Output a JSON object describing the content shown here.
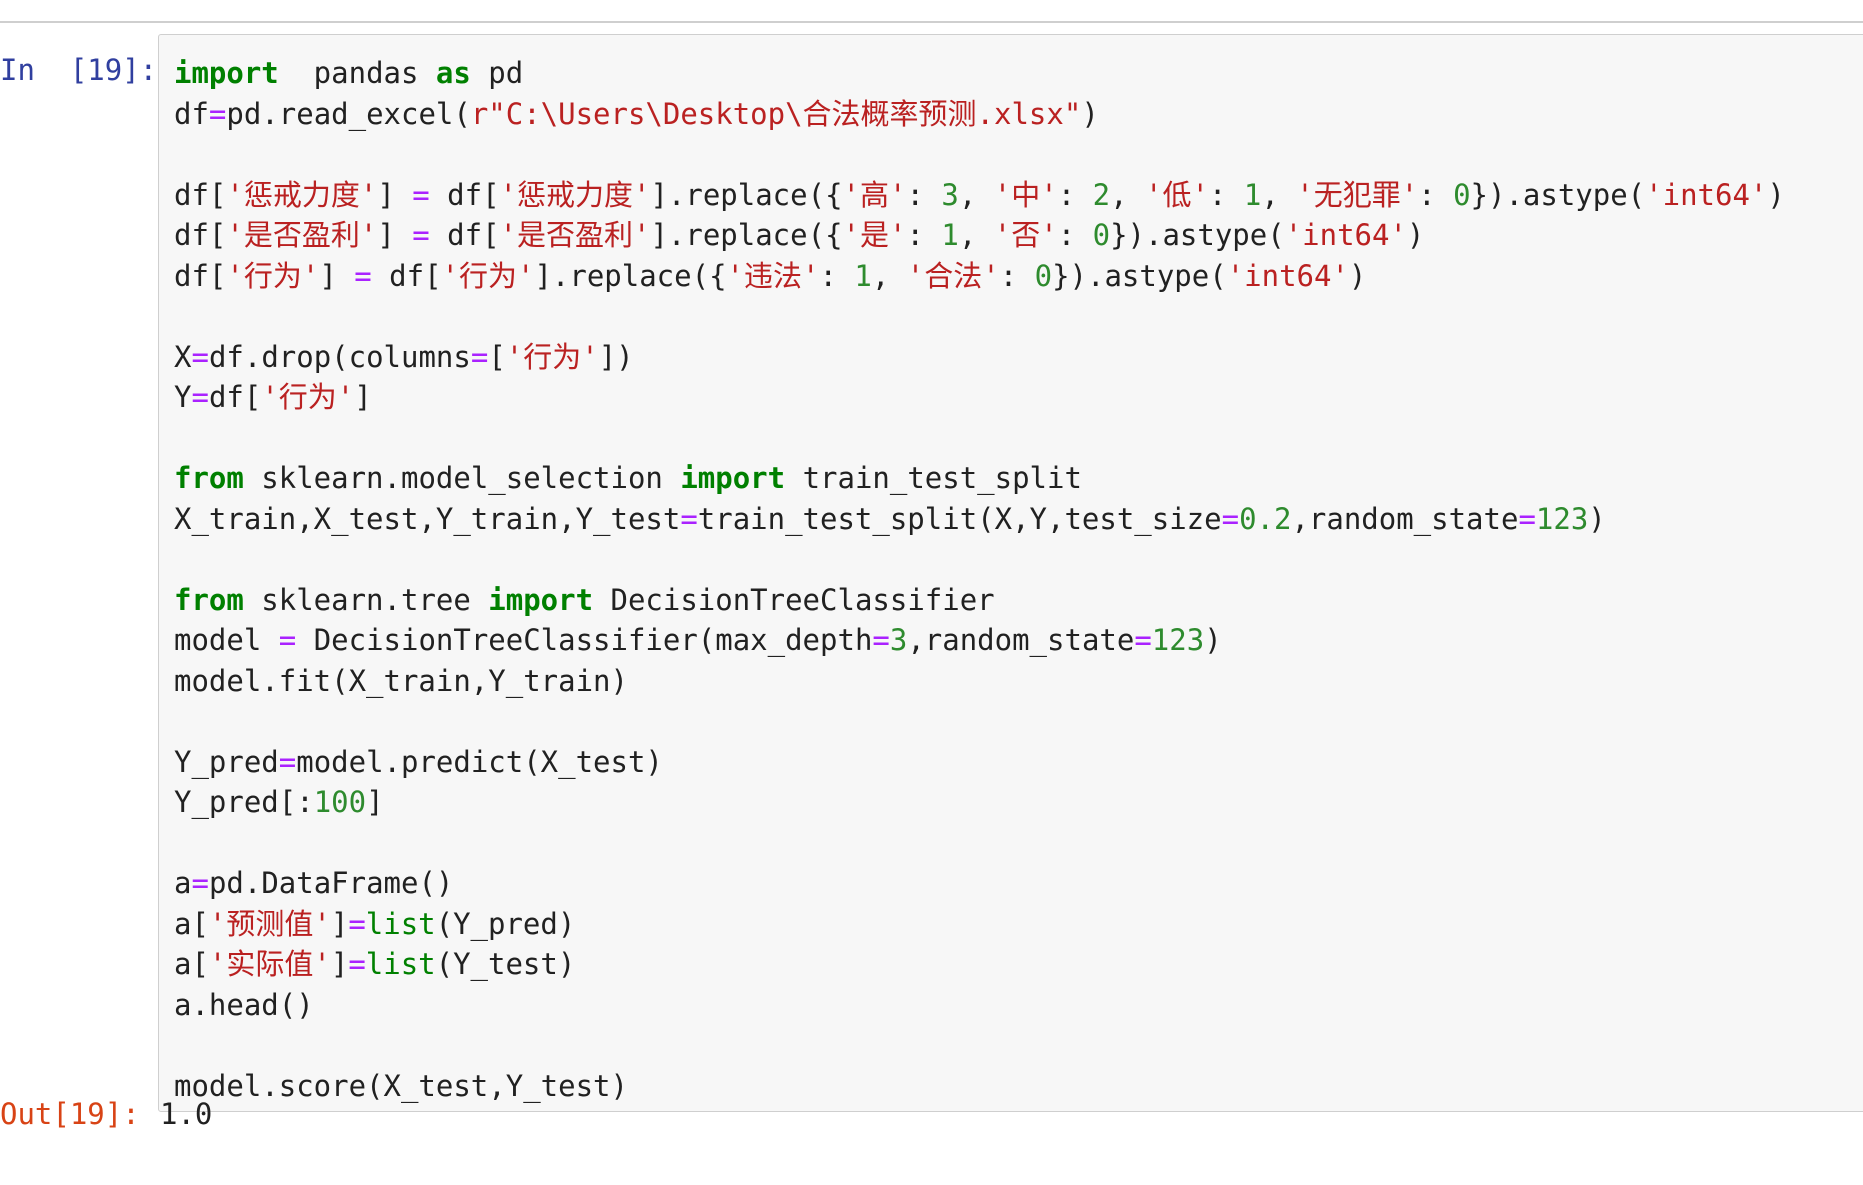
{
  "cell": {
    "in_prompt": "In  [19]:",
    "out_prompt": "Out[19]:",
    "output_value": "1.0",
    "code_lines": [
      [
        [
          "kw",
          "import"
        ],
        [
          "",
          "  pandas "
        ],
        [
          "kw",
          "as"
        ],
        [
          "",
          " pd"
        ]
      ],
      [
        [
          "",
          "df"
        ],
        [
          "op",
          "="
        ],
        [
          "",
          "pd.read_excel("
        ],
        [
          "str",
          "r\"C:\\Users\\Desktop\\合法概率预测.xlsx\""
        ],
        [
          "",
          ")"
        ]
      ],
      [],
      [
        [
          "",
          "df["
        ],
        [
          "str",
          "'惩戒力度'"
        ],
        [
          "",
          "] "
        ],
        [
          "op",
          "="
        ],
        [
          "",
          " df["
        ],
        [
          "str",
          "'惩戒力度'"
        ],
        [
          "",
          "].replace({"
        ],
        [
          "str",
          "'高'"
        ],
        [
          "",
          ": "
        ],
        [
          "num",
          "3"
        ],
        [
          "",
          ", "
        ],
        [
          "str",
          "'中'"
        ],
        [
          "",
          ": "
        ],
        [
          "num",
          "2"
        ],
        [
          "",
          ", "
        ],
        [
          "str",
          "'低'"
        ],
        [
          "",
          ": "
        ],
        [
          "num",
          "1"
        ],
        [
          "",
          ", "
        ],
        [
          "str",
          "'无犯罪'"
        ],
        [
          "",
          ": "
        ],
        [
          "num",
          "0"
        ],
        [
          "",
          "}).astype("
        ],
        [
          "str",
          "'int64'"
        ],
        [
          "",
          ")"
        ]
      ],
      [
        [
          "",
          "df["
        ],
        [
          "str",
          "'是否盈利'"
        ],
        [
          "",
          "] "
        ],
        [
          "op",
          "="
        ],
        [
          "",
          " df["
        ],
        [
          "str",
          "'是否盈利'"
        ],
        [
          "",
          "].replace({"
        ],
        [
          "str",
          "'是'"
        ],
        [
          "",
          ": "
        ],
        [
          "num",
          "1"
        ],
        [
          "",
          ", "
        ],
        [
          "str",
          "'否'"
        ],
        [
          "",
          ": "
        ],
        [
          "num",
          "0"
        ],
        [
          "",
          "}).astype("
        ],
        [
          "str",
          "'int64'"
        ],
        [
          "",
          ")"
        ]
      ],
      [
        [
          "",
          "df["
        ],
        [
          "str",
          "'行为'"
        ],
        [
          "",
          "] "
        ],
        [
          "op",
          "="
        ],
        [
          "",
          " df["
        ],
        [
          "str",
          "'行为'"
        ],
        [
          "",
          "].replace({"
        ],
        [
          "str",
          "'违法'"
        ],
        [
          "",
          ": "
        ],
        [
          "num",
          "1"
        ],
        [
          "",
          ", "
        ],
        [
          "str",
          "'合法'"
        ],
        [
          "",
          ": "
        ],
        [
          "num",
          "0"
        ],
        [
          "",
          "}).astype("
        ],
        [
          "str",
          "'int64'"
        ],
        [
          "",
          ")"
        ]
      ],
      [],
      [
        [
          "",
          "X"
        ],
        [
          "op",
          "="
        ],
        [
          "",
          "df.drop(columns"
        ],
        [
          "op",
          "="
        ],
        [
          "",
          "["
        ],
        [
          "str",
          "'行为'"
        ],
        [
          "",
          "])"
        ]
      ],
      [
        [
          "",
          "Y"
        ],
        [
          "op",
          "="
        ],
        [
          "",
          "df["
        ],
        [
          "str",
          "'行为'"
        ],
        [
          "",
          "]"
        ]
      ],
      [],
      [
        [
          "kw",
          "from"
        ],
        [
          "",
          " sklearn.model_selection "
        ],
        [
          "kw",
          "import"
        ],
        [
          "",
          " train_test_split"
        ]
      ],
      [
        [
          "",
          "X_train,X_test,Y_train,Y_test"
        ],
        [
          "op",
          "="
        ],
        [
          "",
          "train_test_split(X,Y,test_size"
        ],
        [
          "op",
          "="
        ],
        [
          "num",
          "0.2"
        ],
        [
          "",
          ",random_state"
        ],
        [
          "op",
          "="
        ],
        [
          "num",
          "123"
        ],
        [
          "",
          ")"
        ]
      ],
      [],
      [
        [
          "kw",
          "from"
        ],
        [
          "",
          " sklearn.tree "
        ],
        [
          "kw",
          "import"
        ],
        [
          "",
          " DecisionTreeClassifier"
        ]
      ],
      [
        [
          "",
          "model "
        ],
        [
          "op",
          "="
        ],
        [
          "",
          " DecisionTreeClassifier(max_depth"
        ],
        [
          "op",
          "="
        ],
        [
          "num",
          "3"
        ],
        [
          "",
          ",random_state"
        ],
        [
          "op",
          "="
        ],
        [
          "num",
          "123"
        ],
        [
          "",
          ")"
        ]
      ],
      [
        [
          "",
          "model.fit(X_train,Y_train)"
        ]
      ],
      [],
      [
        [
          "",
          "Y_pred"
        ],
        [
          "op",
          "="
        ],
        [
          "",
          "model.predict(X_test)"
        ]
      ],
      [
        [
          "",
          "Y_pred[:"
        ],
        [
          "num",
          "100"
        ],
        [
          "",
          "]"
        ]
      ],
      [],
      [
        [
          "",
          "a"
        ],
        [
          "op",
          "="
        ],
        [
          "",
          "pd.DataFrame()"
        ]
      ],
      [
        [
          "",
          "a["
        ],
        [
          "str",
          "'预测值'"
        ],
        [
          "",
          "]"
        ],
        [
          "op",
          "="
        ],
        [
          "bi",
          "list"
        ],
        [
          "",
          "(Y_pred)"
        ]
      ],
      [
        [
          "",
          "a["
        ],
        [
          "str",
          "'实际值'"
        ],
        [
          "",
          "]"
        ],
        [
          "op",
          "="
        ],
        [
          "bi",
          "list"
        ],
        [
          "",
          "(Y_test)"
        ]
      ],
      [
        [
          "",
          "a.head()"
        ]
      ],
      [],
      [
        [
          "",
          "model.score(X_test,Y_test)"
        ]
      ]
    ]
  }
}
